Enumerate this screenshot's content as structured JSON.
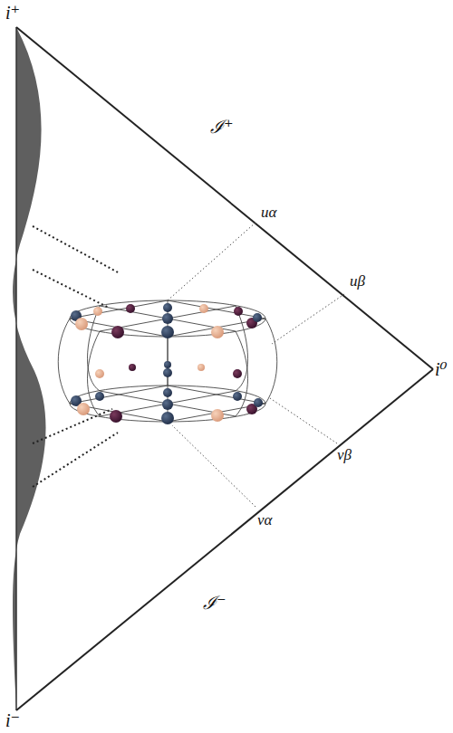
{
  "diagram": {
    "labels": [
      "i⁺",
      "ℐ⁺",
      "uα",
      "uβ",
      "i⁰",
      "vβ",
      "vα",
      "ℐ⁻",
      "i⁻"
    ]
  }
}
